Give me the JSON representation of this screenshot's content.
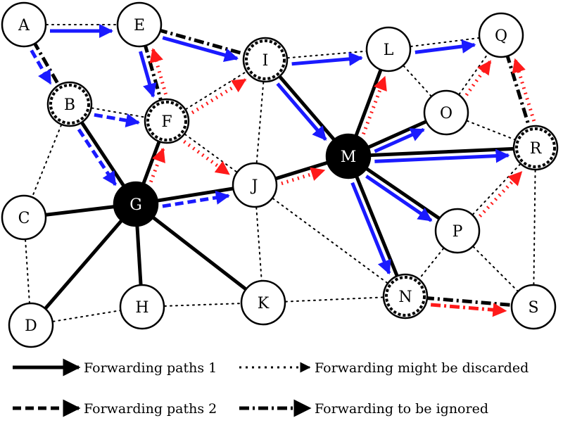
{
  "nodes": [
    {
      "id": "A",
      "label": "A",
      "style": "plain"
    },
    {
      "id": "E",
      "label": "E",
      "style": "plain"
    },
    {
      "id": "I",
      "label": "I",
      "style": "dashed-ring"
    },
    {
      "id": "L",
      "label": "L",
      "style": "plain"
    },
    {
      "id": "Q",
      "label": "Q",
      "style": "plain"
    },
    {
      "id": "B",
      "label": "B",
      "style": "dashed-ring"
    },
    {
      "id": "F",
      "label": "F",
      "style": "dashed-ring"
    },
    {
      "id": "O",
      "label": "O",
      "style": "plain"
    },
    {
      "id": "R",
      "label": "R",
      "style": "dashed-ring"
    },
    {
      "id": "M",
      "label": "M",
      "style": "filled"
    },
    {
      "id": "G",
      "label": "G",
      "style": "filled"
    },
    {
      "id": "J",
      "label": "J",
      "style": "plain"
    },
    {
      "id": "C",
      "label": "C",
      "style": "plain"
    },
    {
      "id": "P",
      "label": "P",
      "style": "plain"
    },
    {
      "id": "N",
      "label": "N",
      "style": "dashed-ring"
    },
    {
      "id": "H",
      "label": "H",
      "style": "plain"
    },
    {
      "id": "K",
      "label": "K",
      "style": "plain"
    },
    {
      "id": "D",
      "label": "D",
      "style": "plain"
    },
    {
      "id": "S",
      "label": "S",
      "style": "plain"
    }
  ],
  "edges": [
    {
      "from": "A",
      "to": "E",
      "style": "dotted"
    },
    {
      "from": "E",
      "to": "I",
      "style": "dashdot"
    },
    {
      "from": "I",
      "to": "L",
      "style": "dotted"
    },
    {
      "from": "L",
      "to": "Q",
      "style": "dotted"
    },
    {
      "from": "A",
      "to": "B",
      "style": "dashdot"
    },
    {
      "from": "E",
      "to": "F",
      "style": "dashdot"
    },
    {
      "from": "Q",
      "to": "R",
      "style": "dashdot"
    },
    {
      "from": "B",
      "to": "F",
      "style": "dotted"
    },
    {
      "from": "F",
      "to": "I",
      "style": "dotted"
    },
    {
      "from": "F",
      "to": "J",
      "style": "dotted"
    },
    {
      "from": "L",
      "to": "O",
      "style": "dotted"
    },
    {
      "from": "O",
      "to": "Q",
      "style": "dotted"
    },
    {
      "from": "O",
      "to": "R",
      "style": "dotted"
    },
    {
      "from": "B",
      "to": "G",
      "style": "solid"
    },
    {
      "from": "F",
      "to": "G",
      "style": "solid"
    },
    {
      "from": "I",
      "to": "M",
      "style": "solid"
    },
    {
      "from": "I",
      "to": "J",
      "style": "dotted"
    },
    {
      "from": "L",
      "to": "M",
      "style": "solid"
    },
    {
      "from": "O",
      "to": "M",
      "style": "solid"
    },
    {
      "from": "M",
      "to": "R",
      "style": "solid"
    },
    {
      "from": "G",
      "to": "J",
      "style": "solid"
    },
    {
      "from": "J",
      "to": "M",
      "style": "solid"
    },
    {
      "from": "B",
      "to": "C",
      "style": "dotted"
    },
    {
      "from": "C",
      "to": "G",
      "style": "solid"
    },
    {
      "from": "M",
      "to": "P",
      "style": "solid"
    },
    {
      "from": "M",
      "to": "N",
      "style": "solid"
    },
    {
      "from": "J",
      "to": "K",
      "style": "dotted"
    },
    {
      "from": "J",
      "to": "N",
      "style": "dotted"
    },
    {
      "from": "R",
      "to": "P",
      "style": "dotted"
    },
    {
      "from": "R",
      "to": "S",
      "style": "dotted"
    },
    {
      "from": "P",
      "to": "N",
      "style": "dotted"
    },
    {
      "from": "P",
      "to": "S",
      "style": "dotted"
    },
    {
      "from": "G",
      "to": "D",
      "style": "solid"
    },
    {
      "from": "G",
      "to": "H",
      "style": "solid"
    },
    {
      "from": "G",
      "to": "K",
      "style": "solid"
    },
    {
      "from": "C",
      "to": "D",
      "style": "dotted"
    },
    {
      "from": "D",
      "to": "H",
      "style": "dotted"
    },
    {
      "from": "H",
      "to": "K",
      "style": "dotted"
    },
    {
      "from": "K",
      "to": "N",
      "style": "dotted"
    },
    {
      "from": "N",
      "to": "S",
      "style": "dashdot"
    }
  ],
  "arrows": [
    {
      "from": "A",
      "to": "E",
      "color": "#1a1aff",
      "style": "solid"
    },
    {
      "from": "E",
      "to": "I",
      "color": "#1a1aff",
      "style": "solid"
    },
    {
      "from": "I",
      "to": "L",
      "color": "#1a1aff",
      "style": "solid"
    },
    {
      "from": "L",
      "to": "Q",
      "color": "#1a1aff",
      "style": "solid"
    },
    {
      "from": "E",
      "to": "F",
      "color": "#1a1aff",
      "style": "solid"
    },
    {
      "from": "I",
      "to": "M",
      "color": "#1a1aff",
      "style": "solid"
    },
    {
      "from": "M",
      "to": "O",
      "color": "#1a1aff",
      "style": "solid"
    },
    {
      "from": "M",
      "to": "R",
      "color": "#1a1aff",
      "style": "solid"
    },
    {
      "from": "M",
      "to": "P",
      "color": "#1a1aff",
      "style": "solid"
    },
    {
      "from": "M",
      "to": "N",
      "color": "#1a1aff",
      "style": "solid"
    },
    {
      "from": "A",
      "to": "B",
      "color": "#1a1aff",
      "style": "dashed"
    },
    {
      "from": "B",
      "to": "F",
      "color": "#1a1aff",
      "style": "dashed"
    },
    {
      "from": "B",
      "to": "G",
      "color": "#1a1aff",
      "style": "dashed"
    },
    {
      "from": "G",
      "to": "J",
      "color": "#1a1aff",
      "style": "dashed"
    },
    {
      "from": "G",
      "to": "F",
      "color": "#ff1a1a",
      "style": "dotted"
    },
    {
      "from": "F",
      "to": "E",
      "color": "#ff1a1a",
      "style": "dotted"
    },
    {
      "from": "F",
      "to": "I",
      "color": "#ff1a1a",
      "style": "dotted"
    },
    {
      "from": "F",
      "to": "J",
      "color": "#ff1a1a",
      "style": "dotted"
    },
    {
      "from": "J",
      "to": "M",
      "color": "#ff1a1a",
      "style": "dotted"
    },
    {
      "from": "M",
      "to": "L",
      "color": "#ff1a1a",
      "style": "dotted"
    },
    {
      "from": "O",
      "to": "Q",
      "color": "#ff1a1a",
      "style": "dotted"
    },
    {
      "from": "R",
      "to": "Q",
      "color": "#ff1a1a",
      "style": "dotted"
    },
    {
      "from": "P",
      "to": "R",
      "color": "#ff1a1a",
      "style": "dotted"
    },
    {
      "from": "N",
      "to": "S",
      "color": "#ff1a1a",
      "style": "dashdot"
    }
  ],
  "legend": [
    {
      "id": "solid",
      "style": "solid",
      "label": "Forwarding paths 1"
    },
    {
      "id": "dotted",
      "style": "dotted",
      "label": "Forwarding might be discarded"
    },
    {
      "id": "dashed",
      "style": "dashed",
      "label": "Forwarding paths 2"
    },
    {
      "id": "dashdot",
      "style": "dashdot",
      "label": "Forwarding to be ignored"
    }
  ],
  "colors": {
    "blue": "#1a1aff",
    "red": "#ff1a1a",
    "black": "#000000"
  }
}
